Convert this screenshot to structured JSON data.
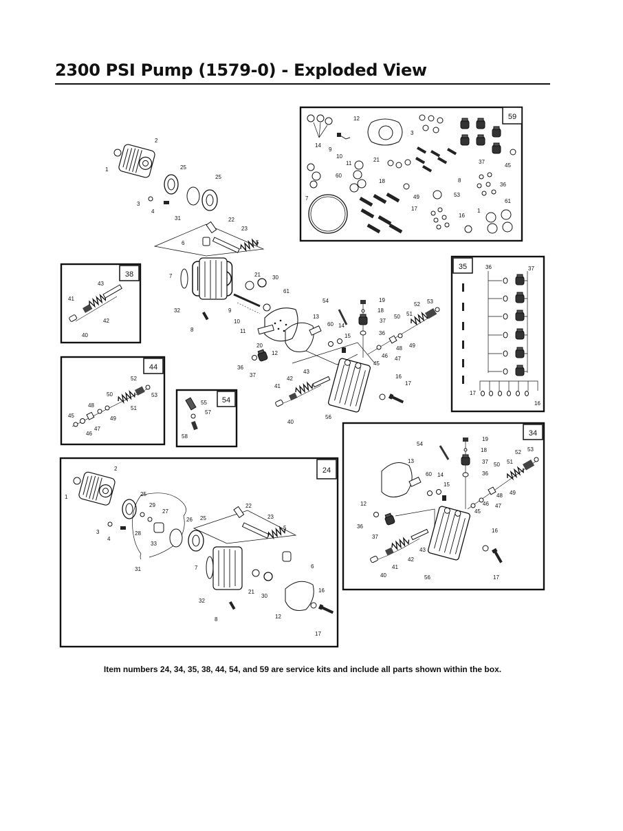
{
  "title": "2300 PSI Pump (1579-0) - Exploded View",
  "note": "Item numbers 24, 34, 35, 38, 44, 54, and 59 are service kits and include all parts shown within the box.",
  "kits": [
    {
      "id": "59",
      "tag": "59"
    },
    {
      "id": "38",
      "tag": "38"
    },
    {
      "id": "35",
      "tag": "35"
    },
    {
      "id": "44",
      "tag": "44"
    },
    {
      "id": "54",
      "tag": "54"
    },
    {
      "id": "34",
      "tag": "34"
    },
    {
      "id": "24",
      "tag": "24"
    }
  ],
  "callouts": {
    "main": [
      "1",
      "2",
      "25",
      "25",
      "3",
      "4",
      "31",
      "22",
      "23",
      "6",
      "5",
      "7",
      "32",
      "21",
      "30",
      "61",
      "9",
      "10",
      "11",
      "8",
      "20",
      "12",
      "13",
      "54",
      "19",
      "18",
      "37",
      "36",
      "52",
      "53",
      "50",
      "51",
      "60",
      "14",
      "15",
      "49",
      "48",
      "47",
      "46",
      "45",
      "36",
      "37",
      "42",
      "43",
      "41",
      "40",
      "16",
      "17",
      "56"
    ],
    "k59": [
      "12",
      "14",
      "9",
      "10",
      "11",
      "3",
      "37",
      "45",
      "21",
      "60",
      "18",
      "8",
      "7",
      "49",
      "53",
      "36",
      "17",
      "1",
      "16",
      "61"
    ],
    "k38": [
      "43",
      "41",
      "42",
      "40"
    ],
    "k35": [
      "36",
      "37",
      "17",
      "16"
    ],
    "k44": [
      "52",
      "50",
      "53",
      "48",
      "51",
      "49",
      "45",
      "47",
      "46"
    ],
    "k54": [
      "55",
      "57",
      "58"
    ],
    "k34": [
      "54",
      "19",
      "18",
      "37",
      "36",
      "52",
      "53",
      "13",
      "60",
      "14",
      "15",
      "51",
      "50",
      "49",
      "48",
      "47",
      "46",
      "45",
      "12",
      "36",
      "37",
      "43",
      "42",
      "41",
      "40",
      "16",
      "17",
      "56"
    ],
    "k24": [
      "2",
      "1",
      "25",
      "29",
      "27",
      "28",
      "3",
      "4",
      "33",
      "26",
      "25",
      "31",
      "22",
      "23",
      "5",
      "6",
      "7",
      "32",
      "21",
      "30",
      "12",
      "16",
      "17",
      "8"
    ]
  }
}
